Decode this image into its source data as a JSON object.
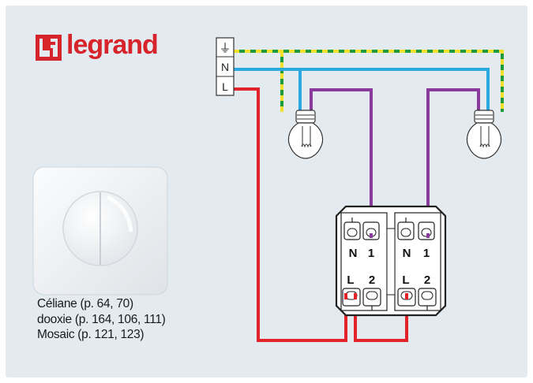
{
  "brand": {
    "name": "legrand",
    "color": "#d7232a"
  },
  "terminal_block": {
    "earth_symbol": "⏚",
    "neutral_label": "N",
    "line_label": "L"
  },
  "switch_terminals": {
    "left": {
      "top_labels": [
        "N",
        "1"
      ],
      "bottom_labels": [
        "L",
        "2"
      ]
    },
    "right": {
      "top_labels": [
        "N",
        "1"
      ],
      "bottom_labels": [
        "L",
        "2"
      ]
    }
  },
  "product_ranges": [
    "Céliane (p. 64, 70)",
    "dooxie (p. 164, 106, 111)",
    "Mosaic (p. 121, 123)"
  ],
  "wire_colors": {
    "earth_green": "#1f9a3d",
    "earth_yellow": "#f2e02a",
    "neutral": "#2aa8e0",
    "live": "#e2242a",
    "switched": "#8a3a9a"
  }
}
